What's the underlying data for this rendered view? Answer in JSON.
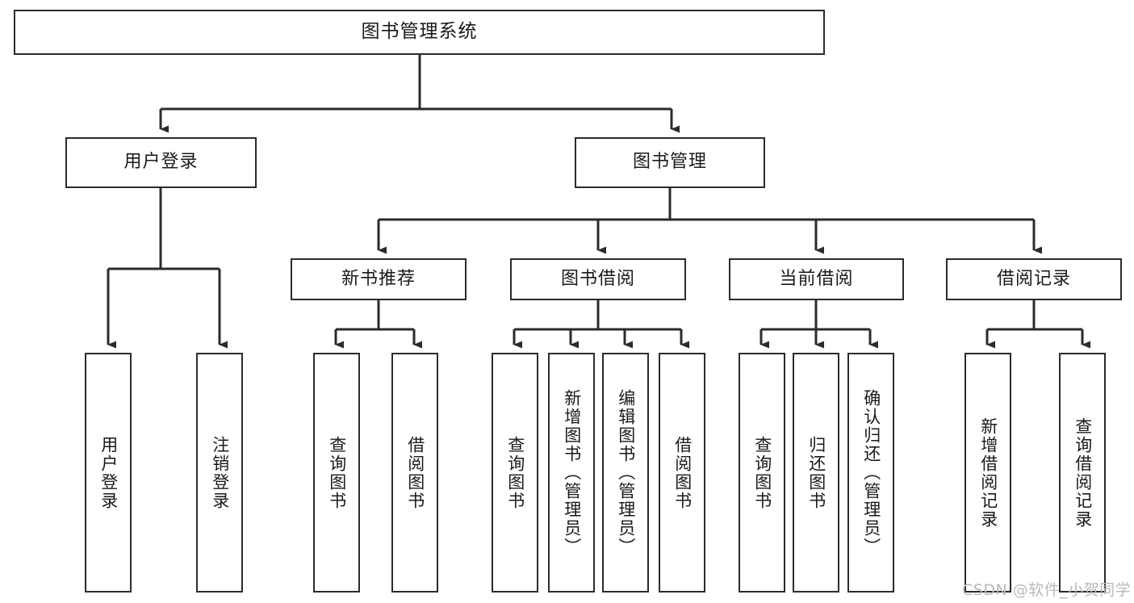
{
  "diagram": {
    "title": "图书管理系统",
    "colors": {
      "stroke": "#2b2b2b",
      "box_fill": "#ffffff",
      "text": "#1a1a1a",
      "background": "#ffffff",
      "watermark": "#b9b9b9"
    },
    "root": {
      "label": "图书管理系统"
    },
    "level1": [
      {
        "id": "user-login",
        "label": "用户登录"
      },
      {
        "id": "book-manage",
        "label": "图书管理"
      }
    ],
    "level2": [
      {
        "id": "new-book-recommend",
        "label": "新书推荐"
      },
      {
        "id": "book-borrow",
        "label": "图书借阅"
      },
      {
        "id": "current-borrow",
        "label": "当前借阅"
      },
      {
        "id": "borrow-record",
        "label": "借阅记录"
      }
    ],
    "leaves": {
      "user_login": [
        {
          "id": "leaf-user-login",
          "label": "用户登录"
        },
        {
          "id": "leaf-user-logout",
          "label": "注销登录"
        }
      ],
      "new_book_recommend": [
        {
          "id": "leaf-query-book-1",
          "label": "查询图书"
        },
        {
          "id": "leaf-borrow-book-1",
          "label": "借阅图书"
        }
      ],
      "book_borrow": [
        {
          "id": "leaf-query-book-2",
          "label": "查询图书"
        },
        {
          "id": "leaf-add-book",
          "label": "新增图书（管理员）"
        },
        {
          "id": "leaf-edit-book",
          "label": "编辑图书（管理员）"
        },
        {
          "id": "leaf-borrow-book-2",
          "label": "借阅图书"
        }
      ],
      "current_borrow": [
        {
          "id": "leaf-query-book-3",
          "label": "查询图书"
        },
        {
          "id": "leaf-return-book",
          "label": "归还图书"
        },
        {
          "id": "leaf-confirm-return",
          "label": "确认归还（管理员）"
        }
      ],
      "borrow_record": [
        {
          "id": "leaf-add-record",
          "label": "新增借阅记录"
        },
        {
          "id": "leaf-query-record",
          "label": "查询借阅记录"
        }
      ]
    },
    "watermark": "CSDN @软件_小贺同学"
  }
}
